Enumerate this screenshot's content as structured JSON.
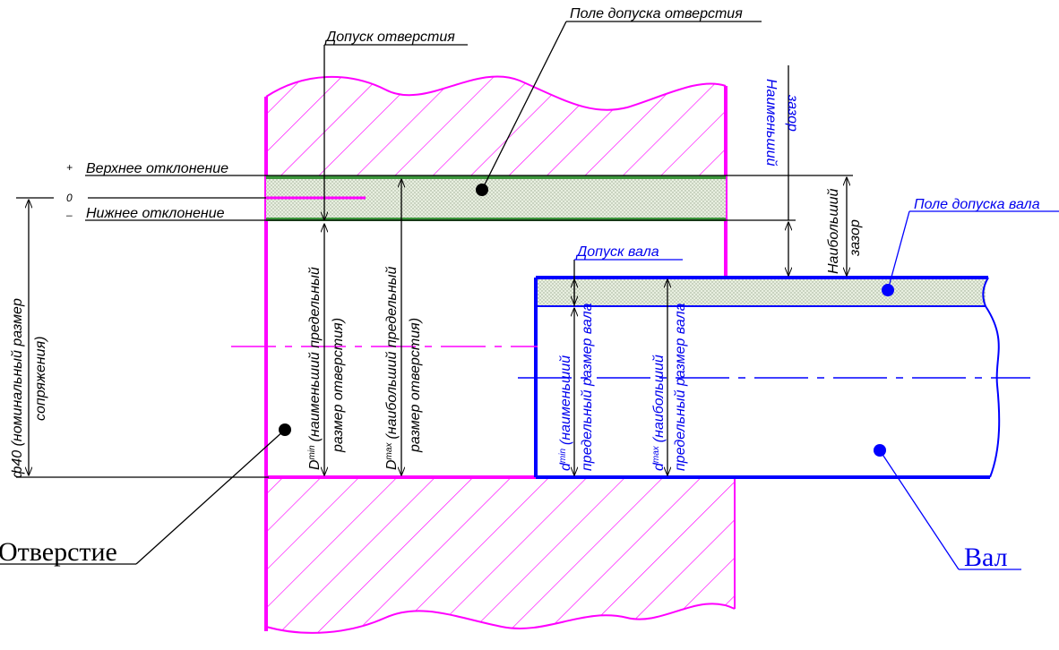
{
  "labels": {
    "hole_tolerance_field": "Поле допуска отверстия",
    "hole_tolerance": "Допуск отверстия",
    "upper_deviation": "Верхнее отклонение",
    "lower_deviation": "Нижнее отклонение",
    "plus_sign": "+",
    "zero_sign": "0",
    "minus_sign": "–",
    "shaft_tolerance_field": "Поле допуска вала",
    "shaft_tolerance": "Допуск вала",
    "min_clearance_1": "Наименьший",
    "min_clearance_2": "зазор",
    "max_clearance_1": "Наибольший",
    "max_clearance_2": "зазор",
    "nominal_size_1": "ф40 (номинальный размер",
    "nominal_size_2": "сопряжения)",
    "dmin_hole_sym": "D",
    "dmin_hole_sub": "min",
    "dmin_hole_1": "(наименьший предельный",
    "dmin_hole_2": "размер отверстия)",
    "dmax_hole_sym": "D",
    "dmax_hole_sub": "max",
    "dmax_hole_1": "(наибольший предельный",
    "dmax_hole_2": "размер отверстия)",
    "dmin_shaft_sym": "d",
    "dmin_shaft_sub": "min",
    "dmin_shaft_1": "(наименьший",
    "dmin_shaft_2": "предельный размер вала",
    "dmax_shaft_sym": "d",
    "dmax_shaft_sub": "max",
    "dmax_shaft_1": "(наибольший",
    "dmax_shaft_2": "предельный размер вала",
    "hole": "Отверстие",
    "shaft": "Вал"
  },
  "colors": {
    "hole": "#ff00ff",
    "shaft": "#0000ff",
    "tolerance_band": "#3c963c",
    "band_fill": "#e8efe0",
    "dimension": "#000000",
    "label_blue": "#0000ee"
  }
}
